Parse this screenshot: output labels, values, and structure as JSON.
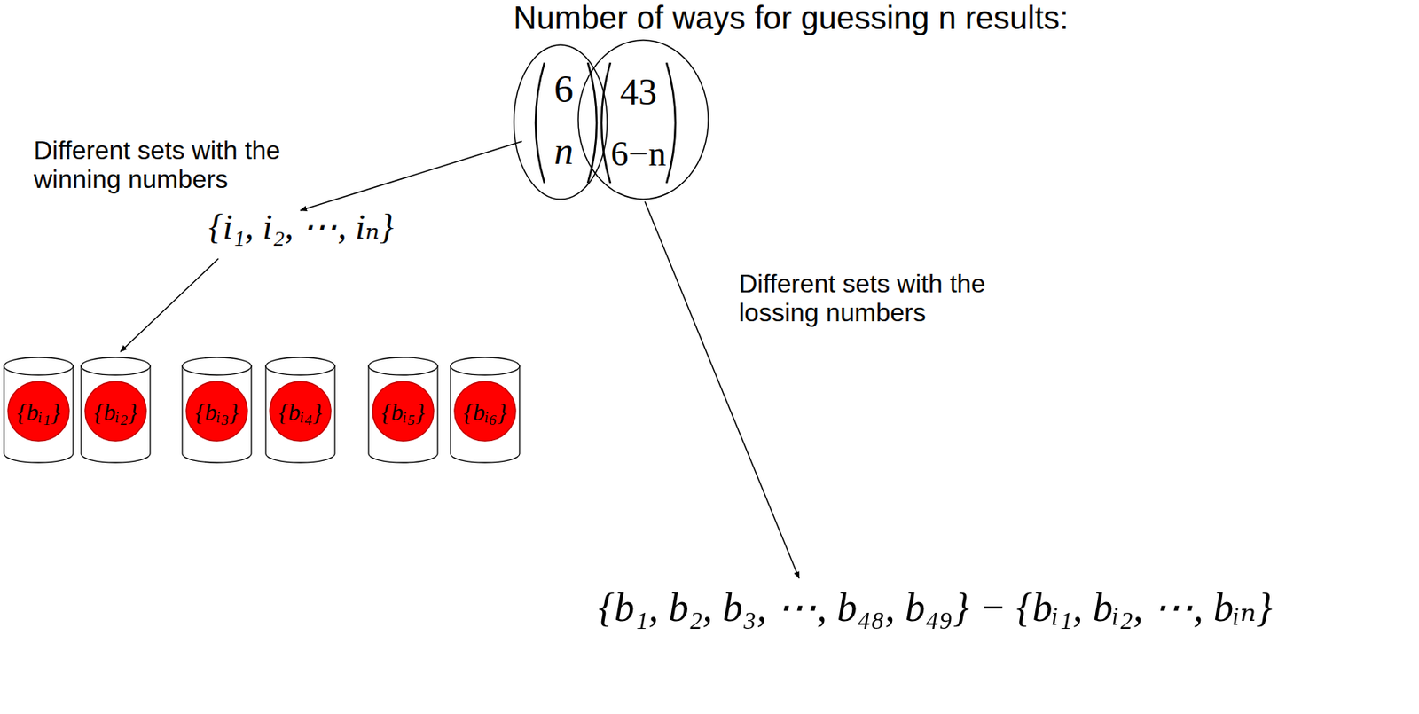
{
  "diagram": {
    "title": "Number of ways for guessing n results:",
    "nodes": [
      {
        "text": [
          "6",
          "n"
        ]
      },
      {
        "text": [
          "43",
          "6−n"
        ]
      },
      {
        "text": [
          "{bᵢ₁}"
        ]
      },
      {
        "text": [
          "{bᵢ₂}"
        ]
      },
      {
        "text": [
          "{bᵢ₃}"
        ]
      },
      {
        "text": [
          "{bᵢ₄}"
        ]
      },
      {
        "text": [
          "{bᵢ₅}"
        ]
      },
      {
        "text": [
          "{bᵢ₆}"
        ]
      }
    ],
    "labels": [
      "Different sets with the winning numbers",
      "{i₁, i₂, ⋯, iₙ}",
      "Different sets with the lossing numbers",
      "{b₁, b₂, b₃, ⋯, b₄₈, b₄₉} − {bᵢ₁, bᵢ₂, ⋯, bᵢₙ}"
    ]
  }
}
